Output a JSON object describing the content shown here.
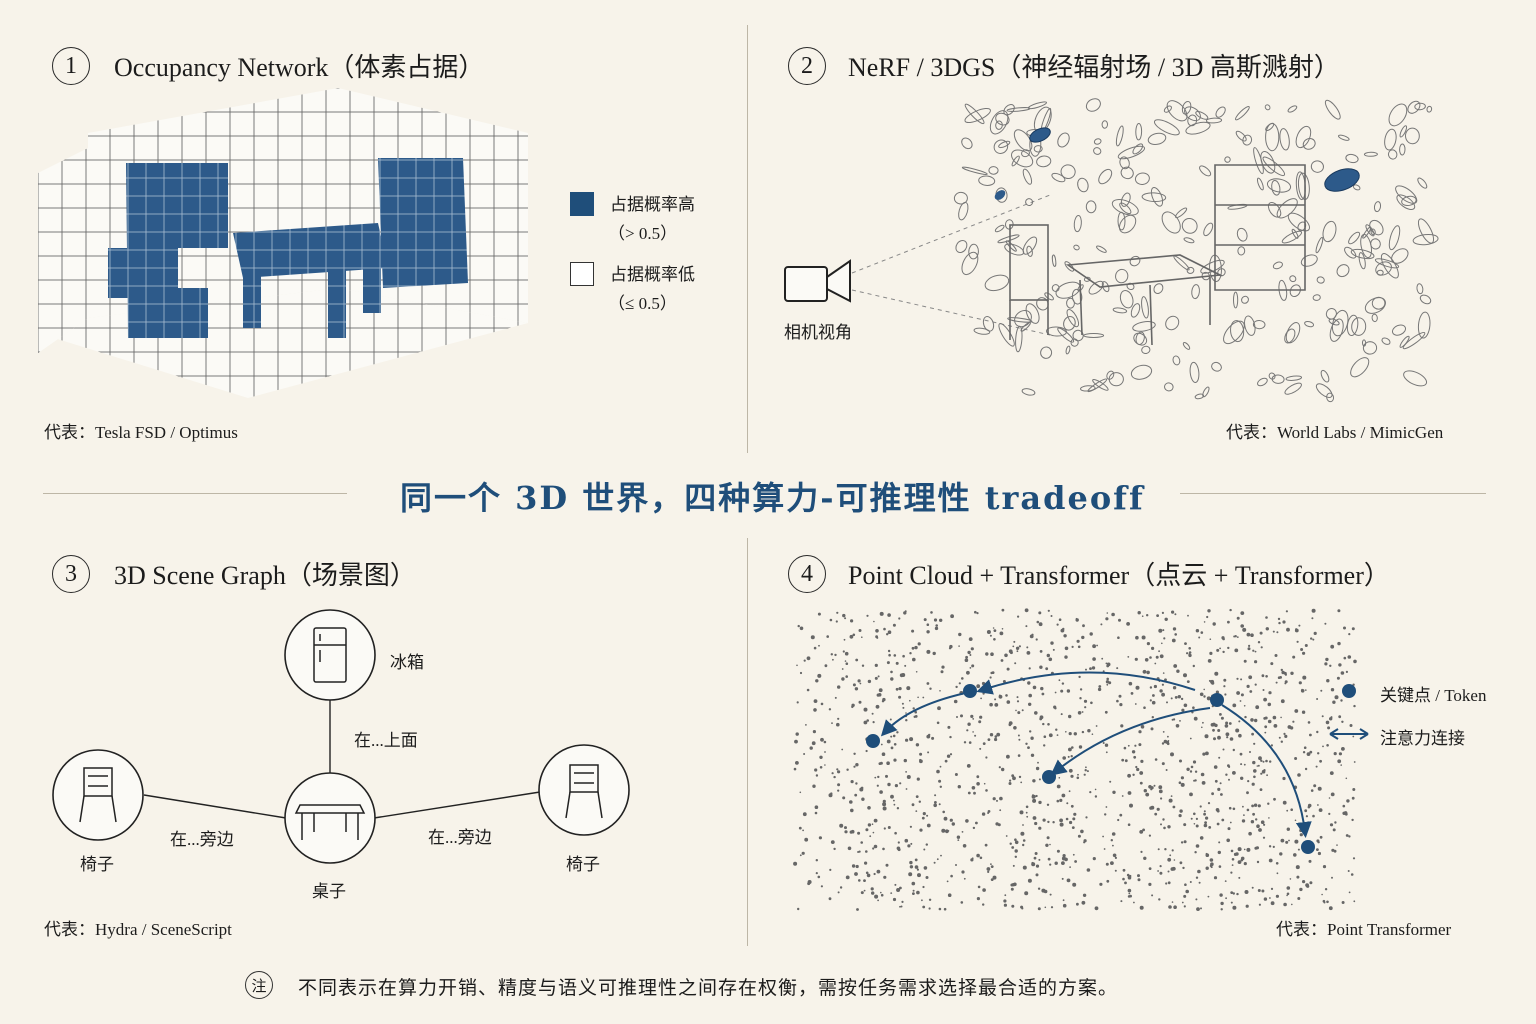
{
  "colors": {
    "accent": "#1f4e7a",
    "background": "#f7f3ea",
    "ink": "#1c1c1c"
  },
  "center_title": "同一个 3D 世界，四种算力-可推理性 tradeoff",
  "panels": [
    {
      "number": "1",
      "title": "Occupancy Network（体素占据）",
      "representative": "代表：Tesla FSD / Optimus",
      "legend": [
        {
          "label": "占据概率高",
          "sub": "（> 0.5）",
          "swatch": "#1f4e7a"
        },
        {
          "label": "占据概率低",
          "sub": "（≤ 0.5）",
          "swatch": "#ffffff"
        }
      ]
    },
    {
      "number": "2",
      "title": "NeRF / 3DGS（神经辐射场 / 3D 高斯溅射）",
      "representative": "代表：World Labs / MimicGen",
      "camera_label": "相机视角",
      "camera_icon": "camera-icon"
    },
    {
      "number": "3",
      "title": "3D Scene Graph（场景图）",
      "representative": "代表：Hydra / SceneScript",
      "nodes": [
        {
          "label": "冰箱",
          "icon": "fridge-icon"
        },
        {
          "label": "椅子",
          "icon": "chair-icon"
        },
        {
          "label": "桌子",
          "icon": "table-icon"
        },
        {
          "label": "椅子",
          "icon": "chair-icon"
        }
      ],
      "edges": [
        "在...上面",
        "在...旁边",
        "在...旁边"
      ]
    },
    {
      "number": "4",
      "title": "Point Cloud + Transformer（点云 + Transformer）",
      "representative": "代表：Point Transformer",
      "legend": [
        {
          "label": "关键点 / Token",
          "icon": "dot-icon"
        },
        {
          "label": "注意力连接",
          "icon": "double-arrow-icon"
        }
      ]
    }
  ],
  "footnote": {
    "mark": "注",
    "text": "不同表示在算力开销、精度与语义可推理性之间存在权衡，需按任务需求选择最合适的方案。"
  }
}
